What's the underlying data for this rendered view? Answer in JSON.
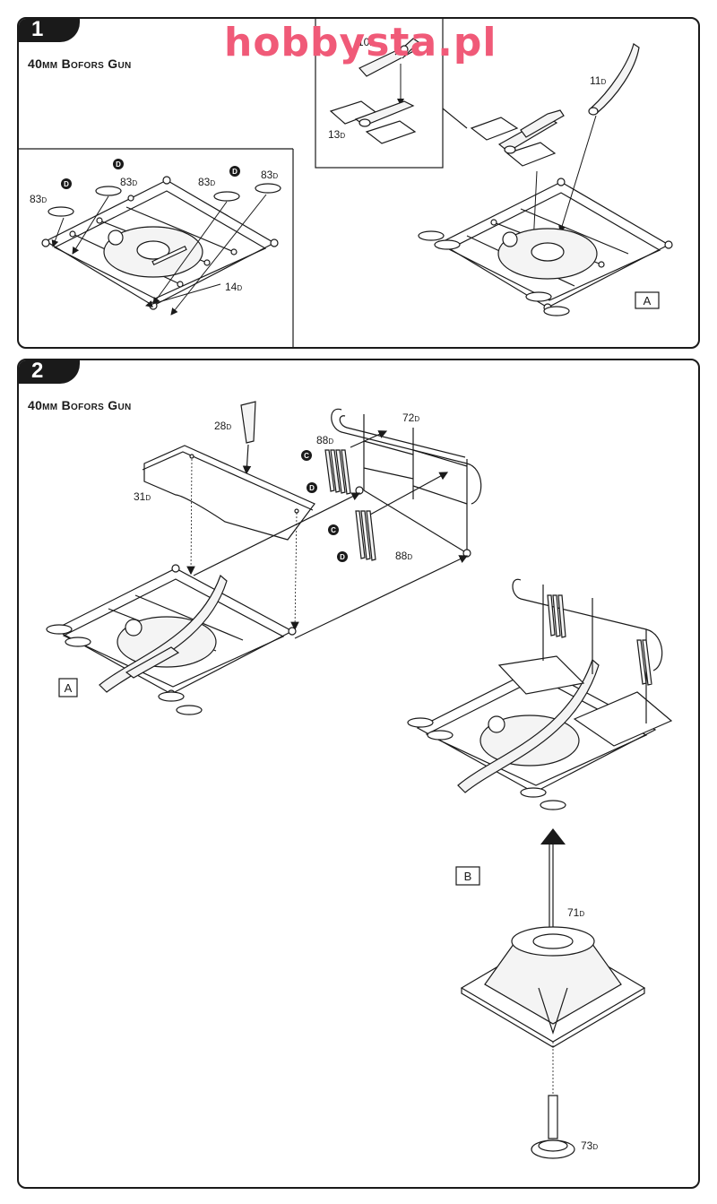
{
  "watermark": "hobbysta.pl",
  "steps": [
    {
      "number": "1",
      "title": "40mm Bofors Gun",
      "labels": {
        "p10": "10",
        "p13": "13",
        "p11": "11",
        "p83a": "83",
        "p83b": "83",
        "p83c": "83",
        "p83d": "83",
        "p14": "14"
      },
      "sprue": "D",
      "badge": "D",
      "result_label": "A"
    },
    {
      "number": "2",
      "title": "40mm Bofors Gun",
      "labels": {
        "p28": "28",
        "p72": "72",
        "p31": "31",
        "p88a": "88",
        "p88b": "88",
        "p71": "71",
        "p73": "73"
      },
      "sprue": "D",
      "badges": [
        "C",
        "D",
        "C",
        "D"
      ],
      "input_label": "A",
      "result_label": "B"
    }
  ]
}
